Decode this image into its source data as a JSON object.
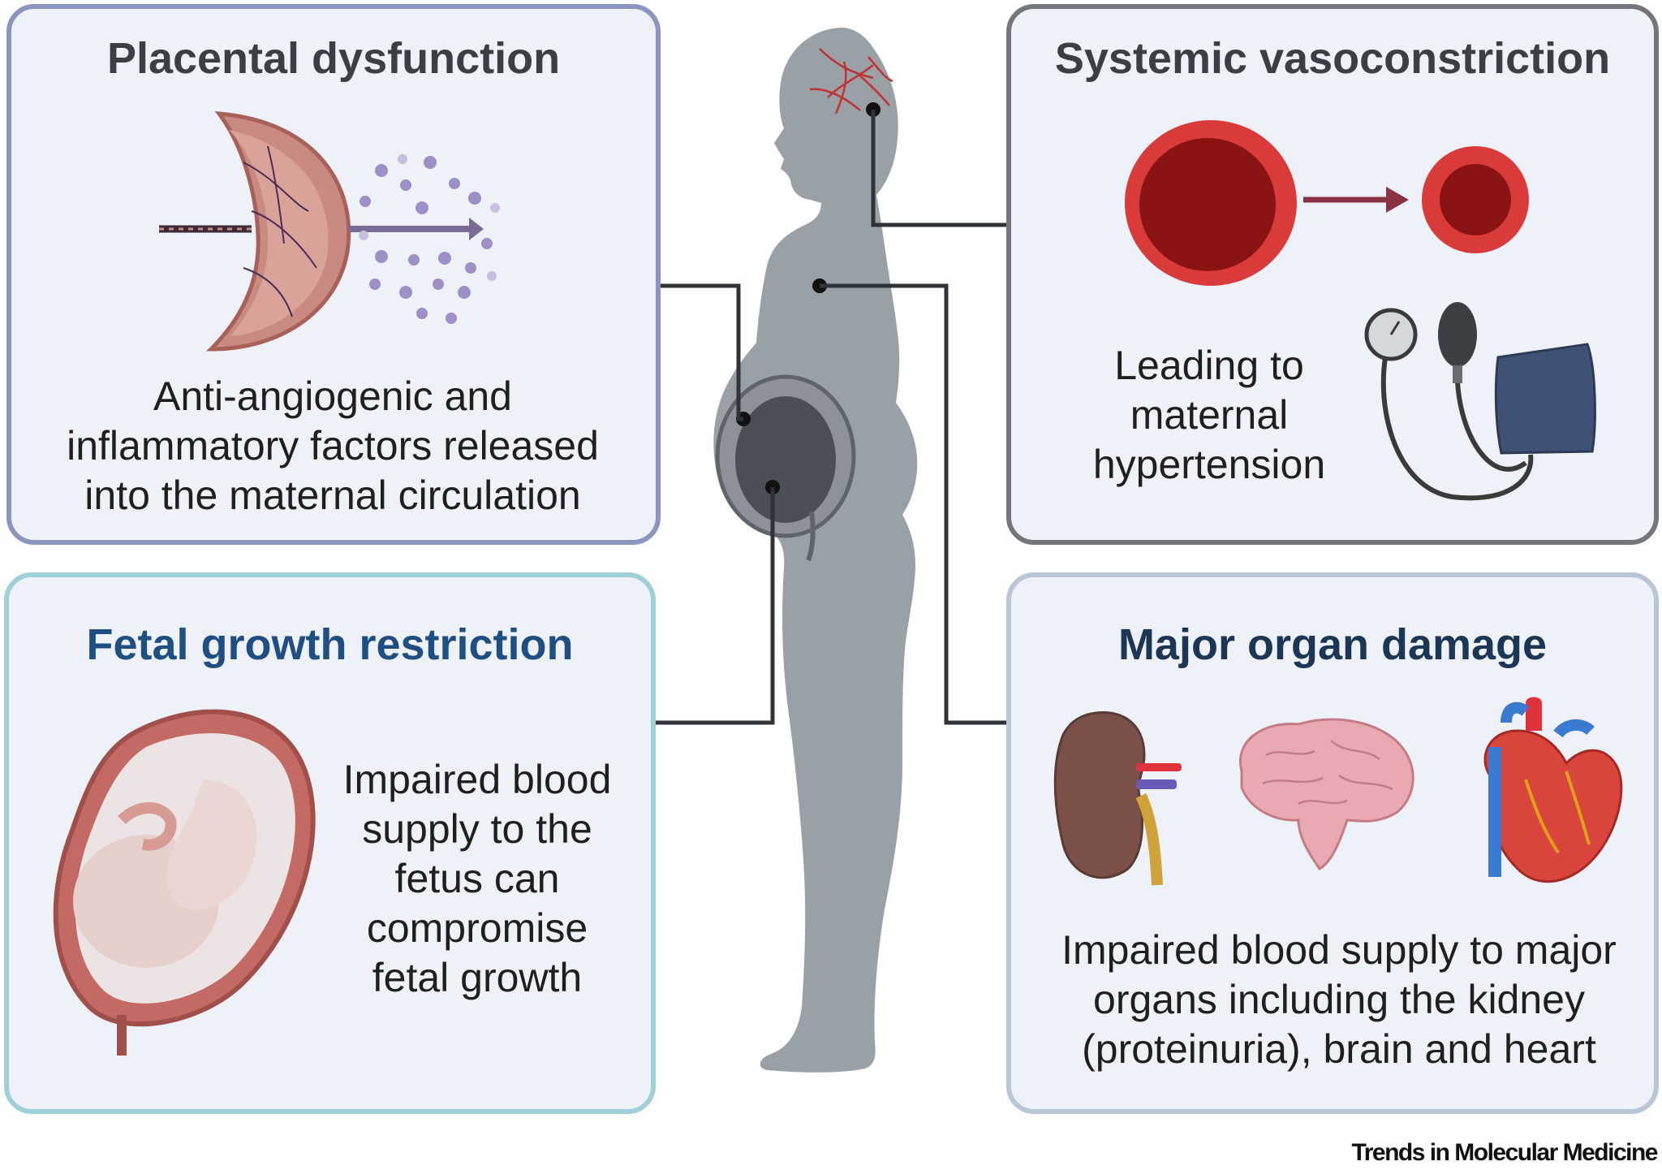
{
  "panels": {
    "placental": {
      "title": "Placental dysfunction",
      "lines": [
        "Anti-angiogenic and",
        "inflammatory factors released",
        "into the maternal circulation"
      ]
    },
    "vasoconstriction": {
      "title": "Systemic vasoconstriction",
      "lines": [
        "Leading to",
        "maternal",
        "hypertension"
      ]
    },
    "fetal": {
      "title": "Fetal growth restriction",
      "lines": [
        "Impaired blood",
        "supply to the",
        "fetus can",
        "compromise",
        "fetal growth"
      ]
    },
    "organ": {
      "title": "Major organ damage",
      "lines": [
        "Impaired blood supply to major",
        "organs including the kidney",
        "(proteinuria), brain and heart"
      ]
    }
  },
  "icons": [
    "placenta-icon",
    "blood-vessel-icon",
    "blood-pressure-monitor-icon",
    "fetus-in-uterus-icon",
    "kidney-icon",
    "brain-icon",
    "heart-icon",
    "pregnant-woman-silhouette"
  ],
  "colors": {
    "placental_border": "#8a96bf",
    "vaso_border": "#73777c",
    "fetal_border": "#9fcfd8",
    "organ_border": "#b9c6d8",
    "fetal_title": "#1f4f82",
    "organ_title": "#1c3656",
    "silhouette": "#9aa1a6"
  },
  "attribution": "Trends in Molecular Medicine"
}
